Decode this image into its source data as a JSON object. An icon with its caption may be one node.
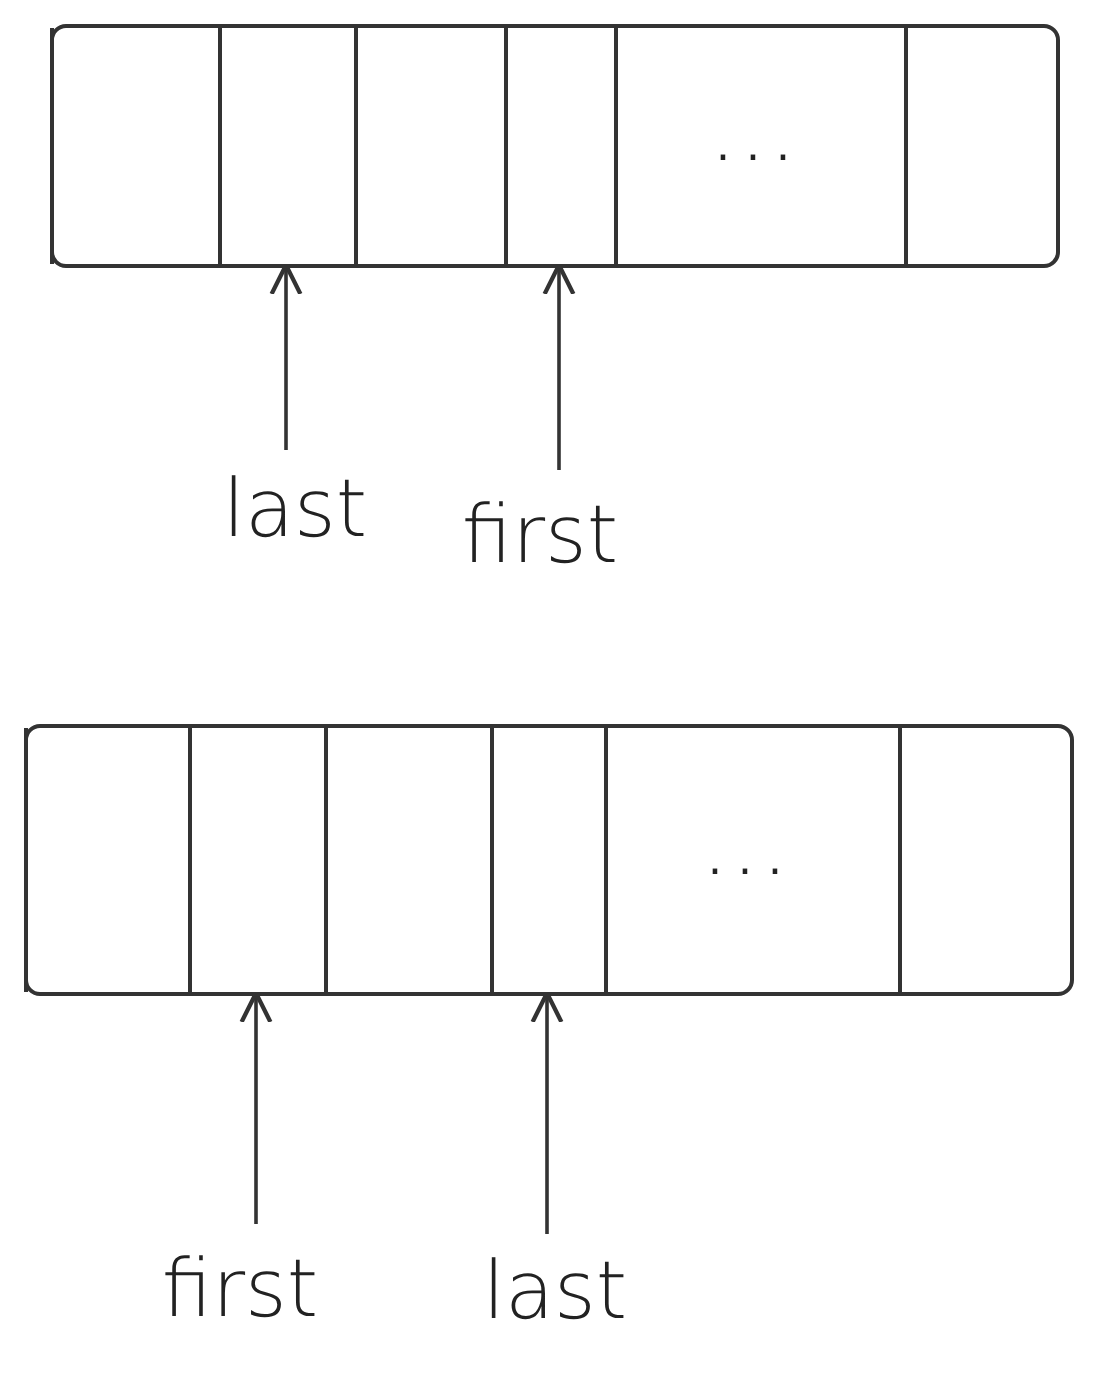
{
  "diagram": {
    "nodes": [
      {
        "text": [],
        "shape": "box"
      },
      {
        "text": [],
        "shape": "box",
        "in": 0
      },
      {
        "text": [],
        "shape": "box",
        "in": 0
      },
      {
        "text": [],
        "shape": "box",
        "in": 0
      },
      {
        "text": [],
        "shape": "box",
        "in": 0
      },
      {
        "text": [
          "..."
        ],
        "in": 0
      },
      {
        "text": [],
        "shape": "box",
        "in": 0
      },
      {
        "text": [
          "last"
        ]
      },
      {
        "text": [
          "first"
        ]
      },
      {
        "text": [],
        "shape": "box"
      },
      {
        "text": [],
        "shape": "box",
        "in": 9
      },
      {
        "text": [],
        "shape": "box",
        "in": 9
      },
      {
        "text": [],
        "shape": "box",
        "in": 9
      },
      {
        "text": [],
        "shape": "box",
        "in": 9
      },
      {
        "text": [
          "..."
        ],
        "in": 9
      },
      {
        "text": [],
        "shape": "box",
        "in": 9
      },
      {
        "text": [
          "first"
        ]
      },
      {
        "text": [
          "last"
        ]
      }
    ],
    "edges": [
      {
        "from": 7,
        "to": 2,
        "arrow": "to"
      },
      {
        "from": 8,
        "to": 4,
        "arrow": "to"
      },
      {
        "from": 16,
        "to": 11,
        "arrow": "to"
      },
      {
        "from": 17,
        "to": 13,
        "arrow": "to"
      }
    ]
  }
}
